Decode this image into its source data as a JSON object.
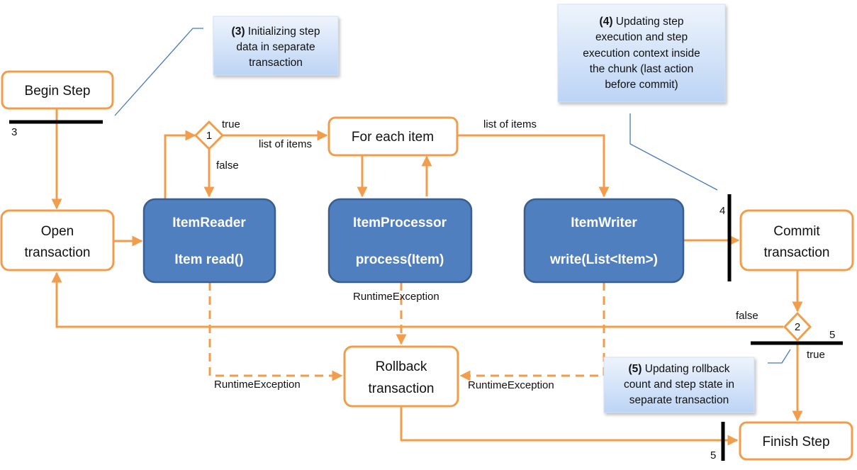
{
  "nodes": {
    "begin_step": "Begin Step",
    "open_transaction": [
      "Open",
      "transaction"
    ],
    "for_each_item": "For each item",
    "commit_transaction": [
      "Commit",
      "transaction"
    ],
    "rollback_transaction": [
      "Rollback",
      "transaction"
    ],
    "finish_step": "Finish Step"
  },
  "components": {
    "item_reader": {
      "name": "ItemReader",
      "method": "Item read()"
    },
    "item_processor": {
      "name": "ItemProcessor",
      "method": "process(Item)"
    },
    "item_writer": {
      "name": "ItemWriter",
      "method": "write(List<Item>)"
    }
  },
  "decisions": {
    "d1": "1",
    "d2": "2"
  },
  "bar_labels": {
    "bar3": "3",
    "bar4": "4",
    "bar5a": "5",
    "bar5b": "5"
  },
  "edge_labels": {
    "true_1": "true",
    "false_1": "false",
    "list_items_1": "list of items",
    "list_items_2": "list of items",
    "runtime_exc_reader": "RuntimeException",
    "runtime_exc_processor": "RuntimeException",
    "runtime_exc_writer": "RuntimeException",
    "false_2": "false",
    "true_2": "true"
  },
  "callouts": {
    "c3": {
      "num": "(3)",
      "lines": [
        " Initializing step",
        "data in separate",
        "transaction"
      ]
    },
    "c4": {
      "num": "(4)",
      "lines": [
        " Updating step",
        "execution and step",
        "execution context inside",
        "the chunk (last action",
        "before commit)"
      ]
    },
    "c5": {
      "num": "(5)",
      "lines": [
        " Updating rollback",
        "count and step state in",
        "separate transaction"
      ]
    }
  },
  "colors": {
    "flow": "#f29d4b",
    "component_fill": "#4f7fbf",
    "component_stroke": "#3a5f8f",
    "callout_top": "#eef4fc",
    "callout_bottom": "#bcd4f5",
    "leader": "#4a7ab8"
  }
}
